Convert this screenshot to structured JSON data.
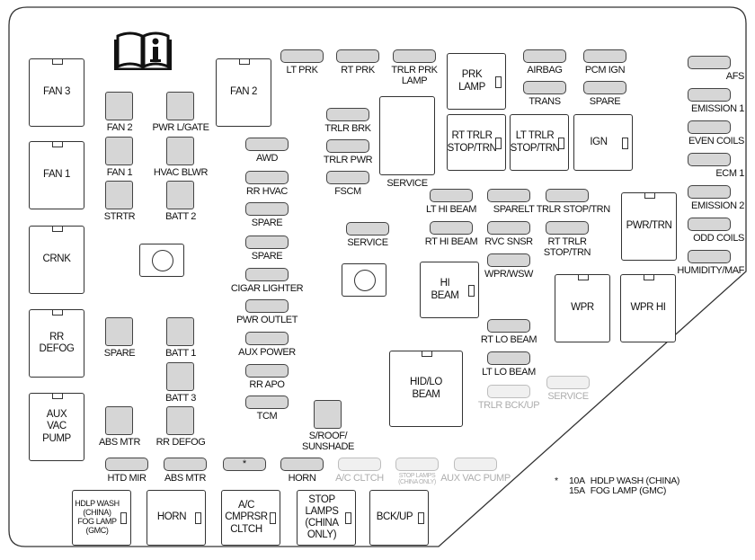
{
  "title_icon": "owner-manual-info-icon",
  "relays": [
    {
      "label": "FAN 3"
    },
    {
      "label": "FAN 1"
    },
    {
      "label": "CRNK"
    },
    {
      "label": "RR\nDEFOG"
    },
    {
      "label": "AUX\nVAC\nPUMP"
    },
    {
      "label": "FAN 2"
    },
    {
      "label": ""
    },
    {
      "label": "PRK\nLAMP"
    },
    {
      "label": "RT TRLR\nSTOP/TRN"
    },
    {
      "label": "LT TRLR\nSTOP/TRN"
    },
    {
      "label": "IGN"
    },
    {
      "label": "PWR/TRN"
    },
    {
      "label": "HI\nBEAM"
    },
    {
      "label": "WPR"
    },
    {
      "label": "WPR HI"
    },
    {
      "label": "HID/LO\nBEAM"
    },
    {
      "label": "HDLP WASH\n(CHINA)\nFOG LAMP\n(GMC)"
    },
    {
      "label": "HORN"
    },
    {
      "label": "A/C\nCMPRSR\nCLTCH"
    },
    {
      "label": "STOP\nLAMPS\n(CHINA\nONLY)"
    },
    {
      "label": "BCK/UP"
    }
  ],
  "service_relay_label": "SERVICE",
  "jcase_fuses": [
    {
      "label": "FAN 2"
    },
    {
      "label": "PWR L/GATE"
    },
    {
      "label": "FAN 1"
    },
    {
      "label": "HVAC BLWR"
    },
    {
      "label": "STRTR"
    },
    {
      "label": "BATT 2"
    },
    {
      "label": "SPARE"
    },
    {
      "label": "BATT 1"
    },
    {
      "label": "BATT 3"
    },
    {
      "label": "ABS MTR"
    },
    {
      "label": "RR DEFOG"
    },
    {
      "label": "S/ROOF/\nSUNSHADE"
    }
  ],
  "mini_fuses": [
    {
      "label": "LT PRK"
    },
    {
      "label": "RT PRK"
    },
    {
      "label": "TRLR PRK\nLAMP"
    },
    {
      "label": "AIRBAG"
    },
    {
      "label": "PCM IGN"
    },
    {
      "label": "TRANS"
    },
    {
      "label": "SPARE"
    },
    {
      "label": "AFS"
    },
    {
      "label": "EMISSION 1"
    },
    {
      "label": "EVEN COILS"
    },
    {
      "label": "ECM 1"
    },
    {
      "label": "EMISSION 2"
    },
    {
      "label": "ODD COILS"
    },
    {
      "label": "HUMIDITY/MAF"
    },
    {
      "label": "TRLR BRK"
    },
    {
      "label": "TRLR PWR"
    },
    {
      "label": "FSCM"
    },
    {
      "label": "AWD"
    },
    {
      "label": "RR HVAC"
    },
    {
      "label": "SPARE"
    },
    {
      "label": "SPARE"
    },
    {
      "label": "CIGAR LIGHTER"
    },
    {
      "label": "PWR OUTLET"
    },
    {
      "label": "AUX POWER"
    },
    {
      "label": "RR APO"
    },
    {
      "label": "TCM"
    },
    {
      "label": "SERVICE"
    },
    {
      "label": "LT HI BEAM"
    },
    {
      "label": "SPARE"
    },
    {
      "label": "LT TRLR STOP/TRN"
    },
    {
      "label": "RT HI BEAM"
    },
    {
      "label": "RVC SNSR"
    },
    {
      "label": "RT TRLR\nSTOP/TRN"
    },
    {
      "label": "WPR/WSW"
    },
    {
      "label": "RT LO BEAM"
    },
    {
      "label": "LT LO BEAM"
    },
    {
      "label": "SERVICE"
    },
    {
      "label": "TRLR BCK/UP"
    },
    {
      "label": "HTD MIR"
    },
    {
      "label": "ABS MTR"
    },
    {
      "label": "*",
      "inside": true
    },
    {
      "label": "HORN"
    },
    {
      "label": "A/C CLTCH"
    },
    {
      "label": "STOP LAMPS\n(CHINA ONLY)"
    },
    {
      "label": "AUX VAC PUMP"
    }
  ],
  "footnote": {
    "marker": "*",
    "lines": [
      {
        "amps": "10A",
        "text": "HDLP WASH (CHINA)"
      },
      {
        "amps": "15A",
        "text": "FOG LAMP (GMC)"
      }
    ]
  }
}
